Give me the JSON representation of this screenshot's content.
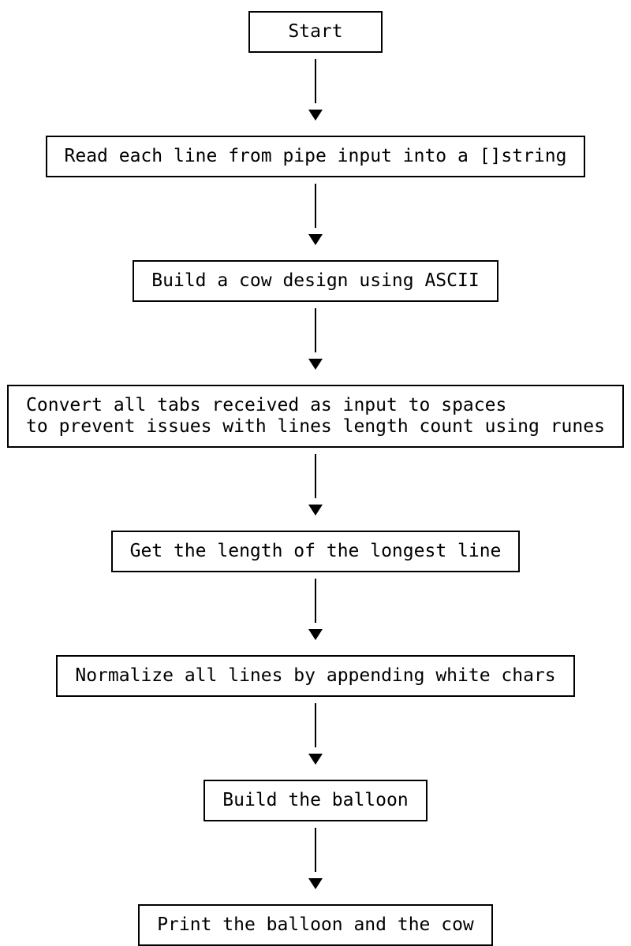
{
  "flowchart": {
    "title": "cowsay pipeline flowchart",
    "colors": {
      "background": "#ffffff",
      "box_border": "#000000",
      "box_fill": "#ffffff",
      "text": "#000000",
      "arrow": "#000000"
    },
    "direction": "top-to-bottom",
    "nodes": [
      {
        "id": "start",
        "label": "Start"
      },
      {
        "id": "read-lines",
        "label": "Read each line from pipe input into a []string"
      },
      {
        "id": "build-cow",
        "label": "Build a cow design using ASCII"
      },
      {
        "id": "convert-tabs",
        "label": "Convert all tabs received as input to spaces\nto prevent issues with lines length count using runes"
      },
      {
        "id": "longest-line",
        "label": "Get the length of the longest line"
      },
      {
        "id": "normalize-lines",
        "label": "Normalize all lines by appending white chars"
      },
      {
        "id": "build-balloon",
        "label": "Build the balloon"
      },
      {
        "id": "print-output",
        "label": "Print the balloon and the cow"
      }
    ],
    "edges": [
      {
        "from": "start",
        "to": "read-lines"
      },
      {
        "from": "read-lines",
        "to": "build-cow"
      },
      {
        "from": "build-cow",
        "to": "convert-tabs"
      },
      {
        "from": "convert-tabs",
        "to": "longest-line"
      },
      {
        "from": "longest-line",
        "to": "normalize-lines"
      },
      {
        "from": "normalize-lines",
        "to": "build-balloon"
      },
      {
        "from": "build-balloon",
        "to": "print-output"
      }
    ]
  }
}
